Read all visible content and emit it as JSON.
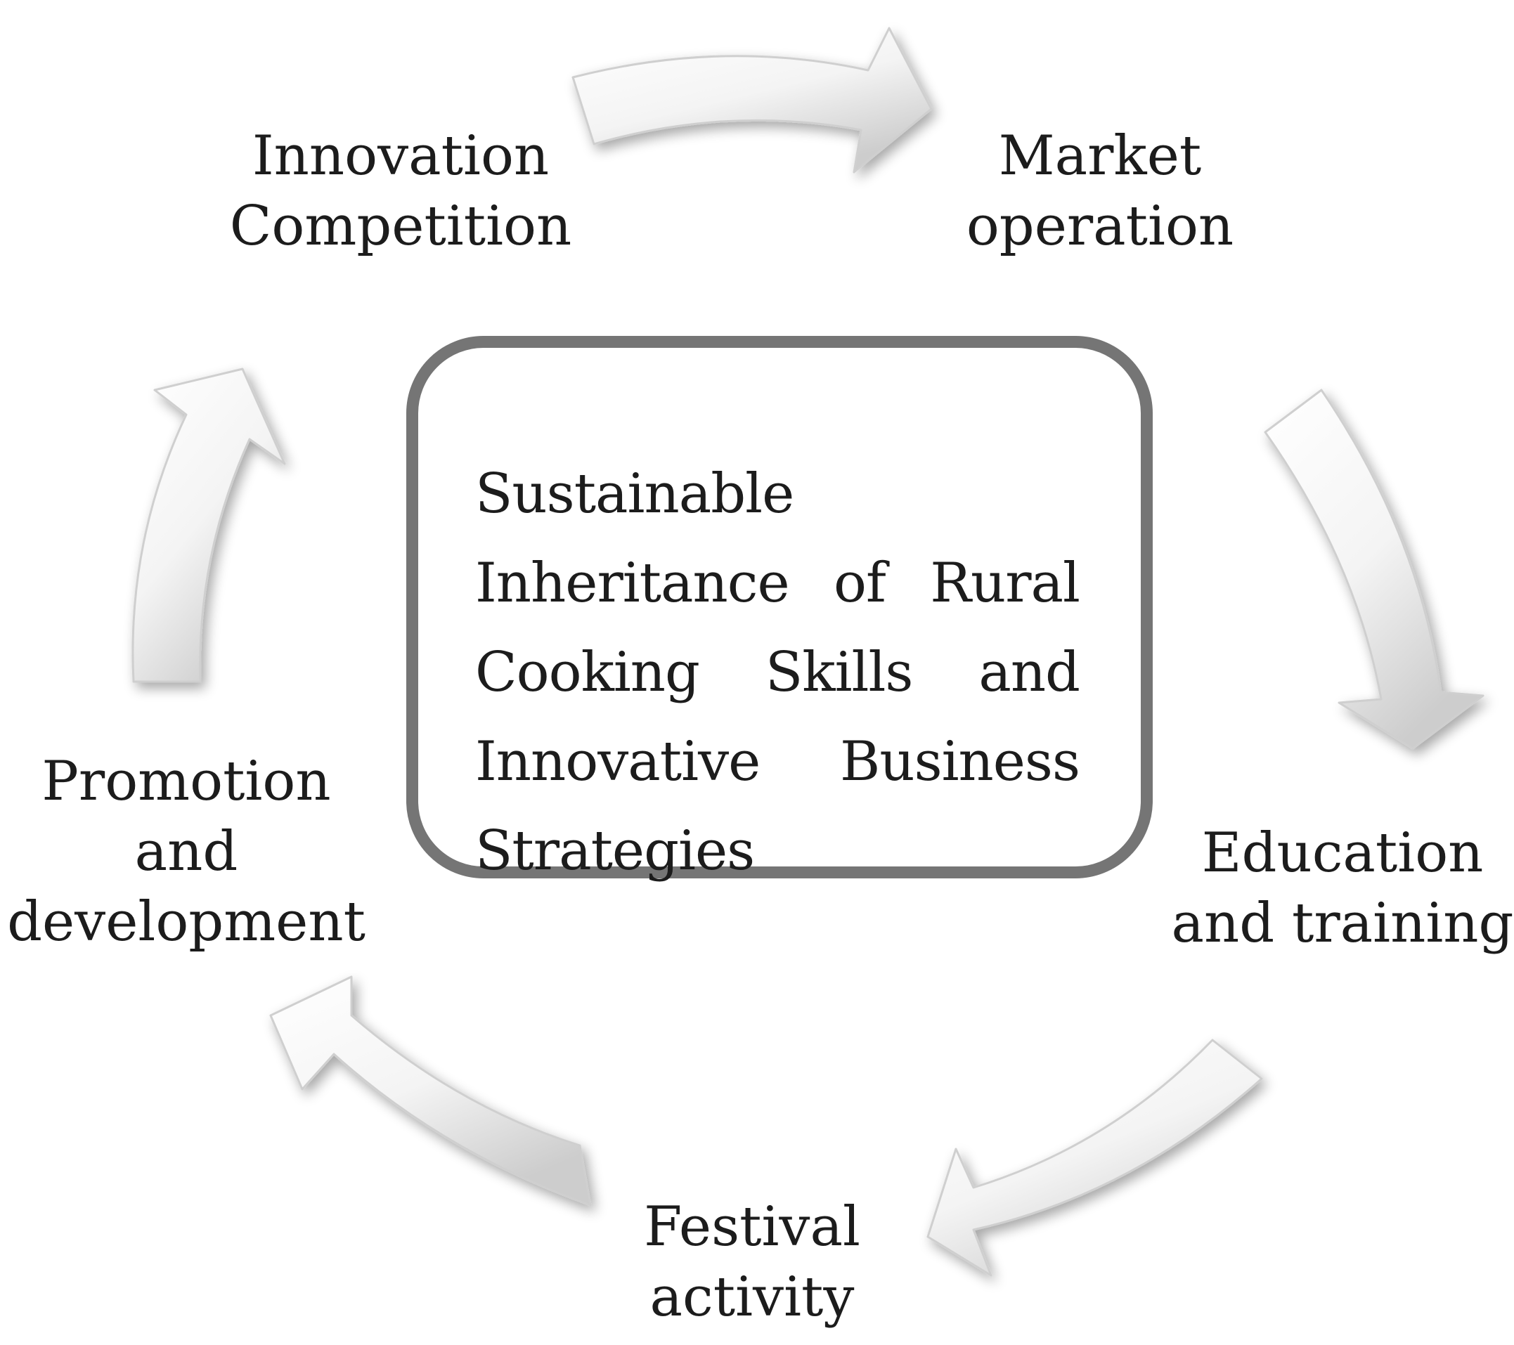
{
  "center": {
    "text": "Sustainable Inheritance of Rural Cooking Skills and Innovative Business Strategies"
  },
  "stages": [
    {
      "id": "innovation",
      "lines": [
        "Innovation",
        "Competition"
      ]
    },
    {
      "id": "market",
      "lines": [
        "Market",
        "operation"
      ]
    },
    {
      "id": "education",
      "lines": [
        "Education",
        "and training"
      ]
    },
    {
      "id": "festival",
      "lines": [
        "Festival",
        "activity"
      ]
    },
    {
      "id": "promotion",
      "lines": [
        "Promotion",
        "and",
        "development"
      ]
    }
  ],
  "colors": {
    "box_border": "#757575",
    "arrow_light": "#ffffff",
    "arrow_dark": "#c9c9c9",
    "text": "#1c1c1c"
  }
}
